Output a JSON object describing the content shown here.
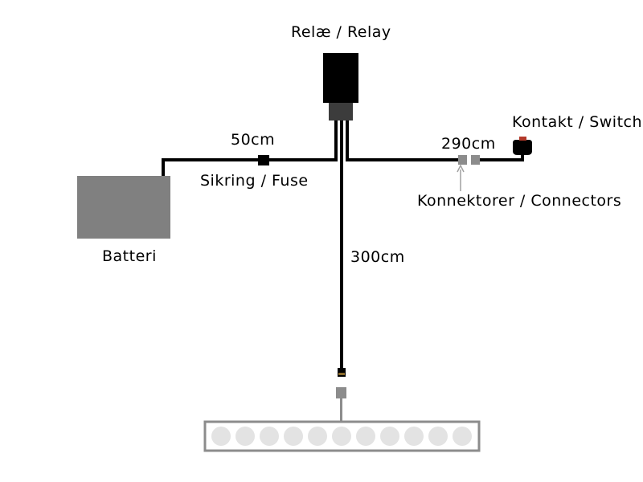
{
  "labels": {
    "relay": "Relæ / Relay",
    "switch": "Kontakt / Switch",
    "cable_fuse_length": "50cm",
    "cable_switch_length": "290cm",
    "fuse": "Sikring / Fuse",
    "connectors": "Konnektorer / Connectors",
    "battery": "Batteri",
    "cable_light_length": "300cm"
  },
  "components": {
    "light_bar_leds": 11
  },
  "colors": {
    "wire": "#000000",
    "battery": "#808080",
    "connector": "#8c8c8c",
    "light_bar_outline": "#8c8c8c",
    "led": "#e3e3e3",
    "switch_indicator": "#b3392a"
  }
}
